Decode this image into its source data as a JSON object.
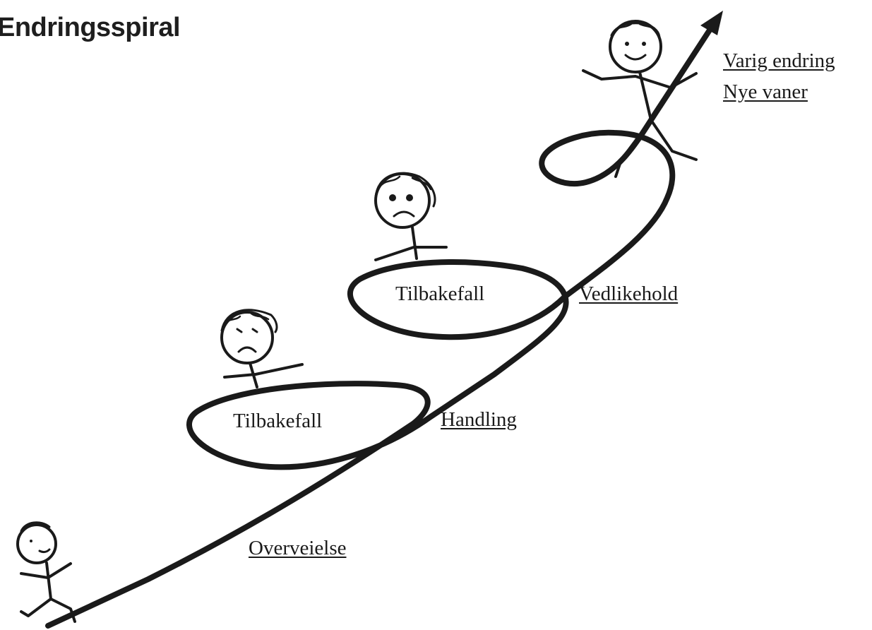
{
  "title": "Endringsspiral",
  "stages": {
    "overveielse": "Overveielse",
    "handling": "Handling",
    "vedlikehold": "Vedlikehold",
    "varig_endring": "Varig endring",
    "nye_vaner": "Nye vaner"
  },
  "relapse_loops": {
    "loop_1": "Tilbakefall",
    "loop_2": "Tilbakefall"
  },
  "figures": {
    "start": "walking-stick-figure",
    "relapse_1": "sad-stick-figure",
    "relapse_2": "sad-stick-figure",
    "end": "happy-stick-figure"
  },
  "colors": {
    "line": "#1a1a1a",
    "background": "#ffffff"
  }
}
